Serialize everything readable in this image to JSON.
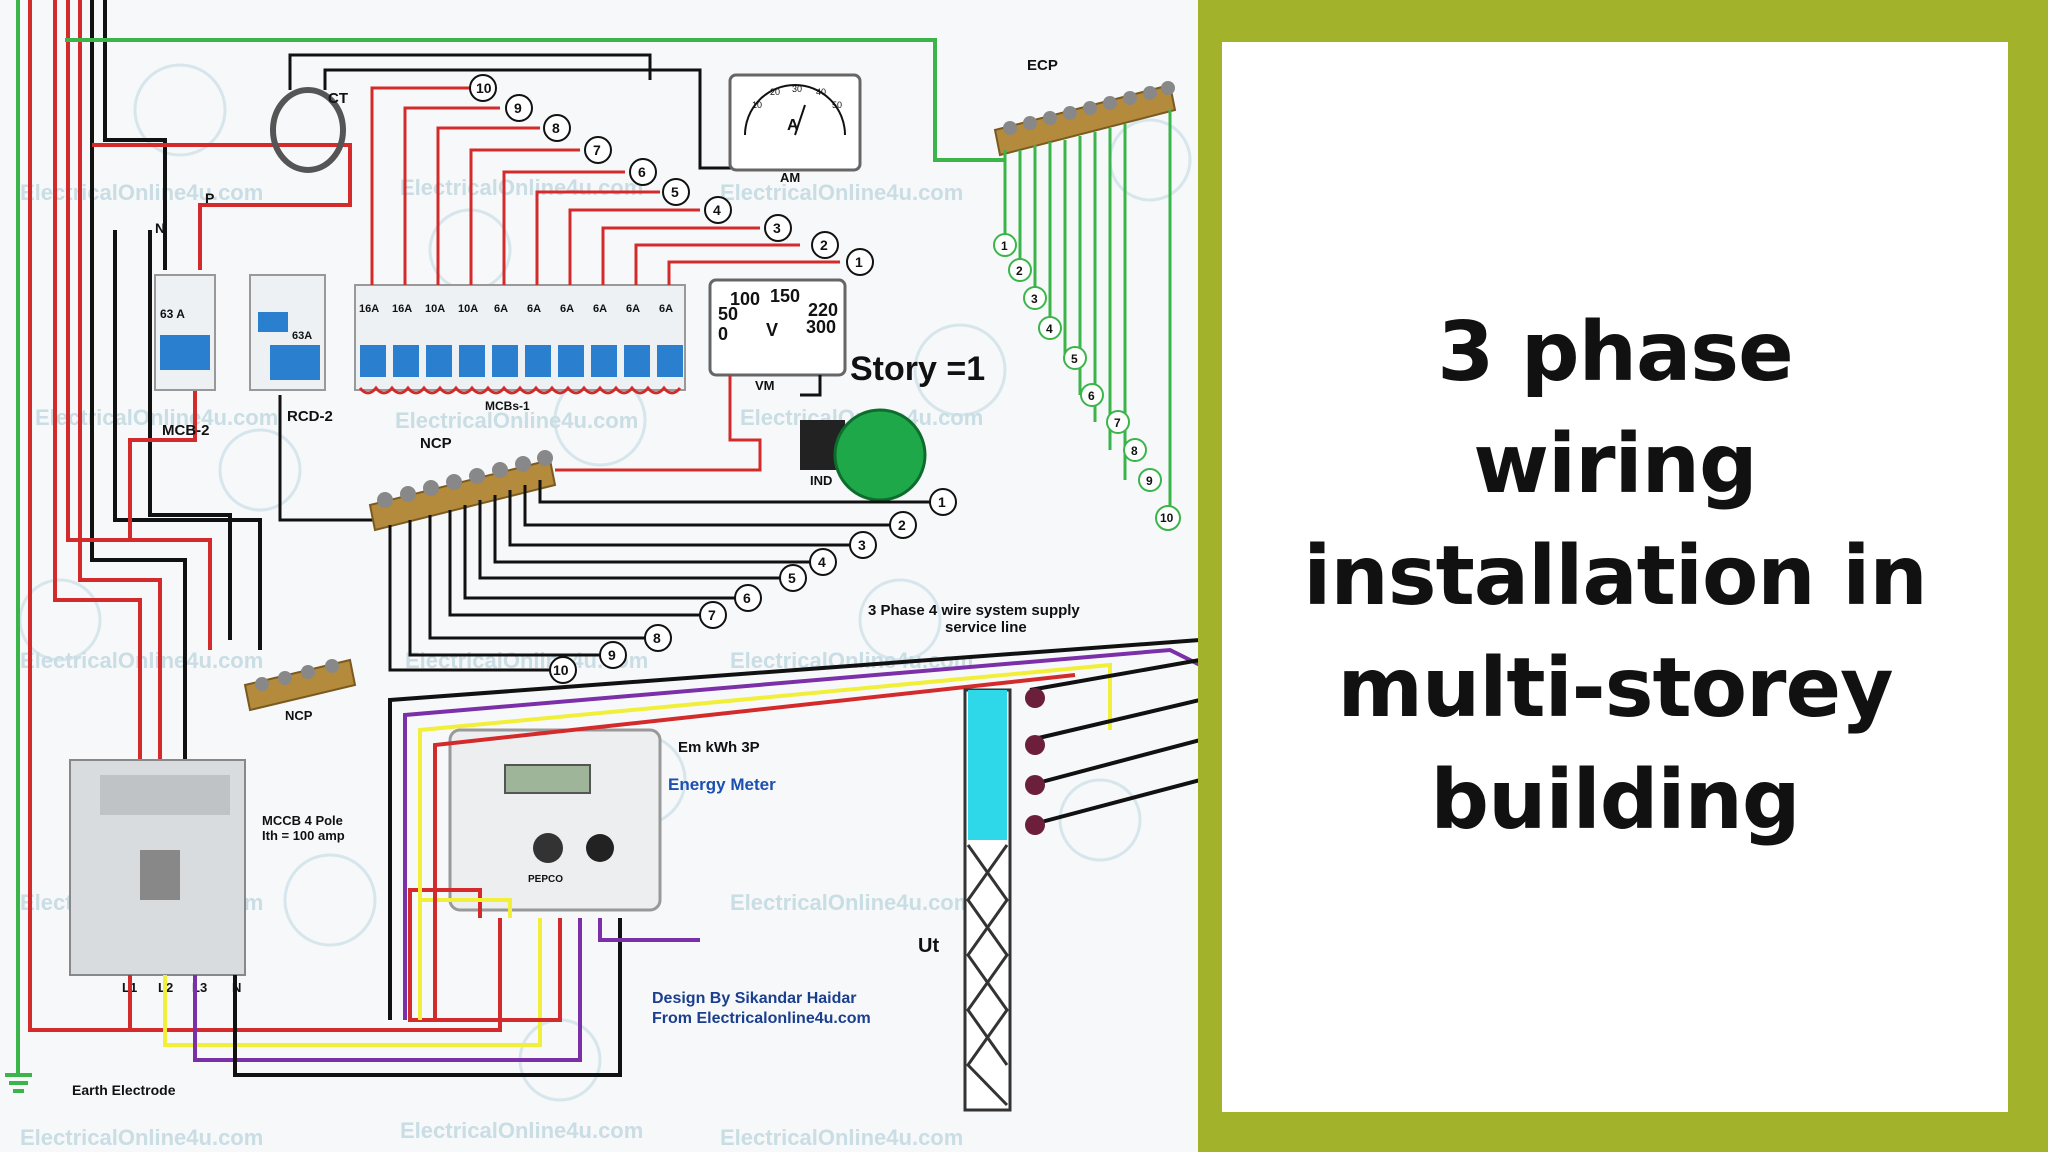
{
  "slide": {
    "title": "3 phase wiring installation in multi-storey building",
    "accent_color": "#a2b22a"
  },
  "diagram": {
    "labels": {
      "ct": "CT",
      "ecp": "ECP",
      "am": "AM",
      "ammeter_letter": "A",
      "ammeter_scale": [
        "20",
        "30",
        "40",
        "10",
        "50"
      ],
      "p": "P",
      "n": "N",
      "mcb2_rating": "63 A",
      "mcb2": "MCB-2",
      "rcd_rating": "63A",
      "rcd2": "RCD-2",
      "mcbs_ratings": [
        "16A",
        "16A",
        "10A",
        "10A",
        "6A",
        "6A",
        "6A",
        "6A",
        "6A",
        "6A"
      ],
      "mcbs1": "MCBs-1",
      "voltmeter_scale": [
        "100",
        "150",
        "50",
        "220",
        "0",
        "300"
      ],
      "voltmeter_letter": "V",
      "vm": "VM",
      "story": "Story =1",
      "ncp_top": "NCP",
      "ind": "IND",
      "ncp_bottom": "NCP",
      "supply_line": "3 Phase 4 wire system supply",
      "service_line": "service line",
      "em_kwh": "Em kWh 3P",
      "energy_meter": "Energy Meter",
      "pepco": "PEPCO",
      "mccb_line1": "MCCB 4 Pole",
      "mccb_line2": "Ith = 100 amp",
      "terminals": [
        "L1",
        "L2",
        "L3",
        "N"
      ],
      "ut": "Ut",
      "design_by": "Design By Sikandar Haidar",
      "design_from": "From Electricalonline4u.com",
      "earth": "Earth Electrode",
      "watermark": "ElectricalOnline4u.com"
    },
    "circuit_numbers": [
      "1",
      "2",
      "3",
      "4",
      "5",
      "6",
      "7",
      "8",
      "9",
      "10"
    ]
  }
}
